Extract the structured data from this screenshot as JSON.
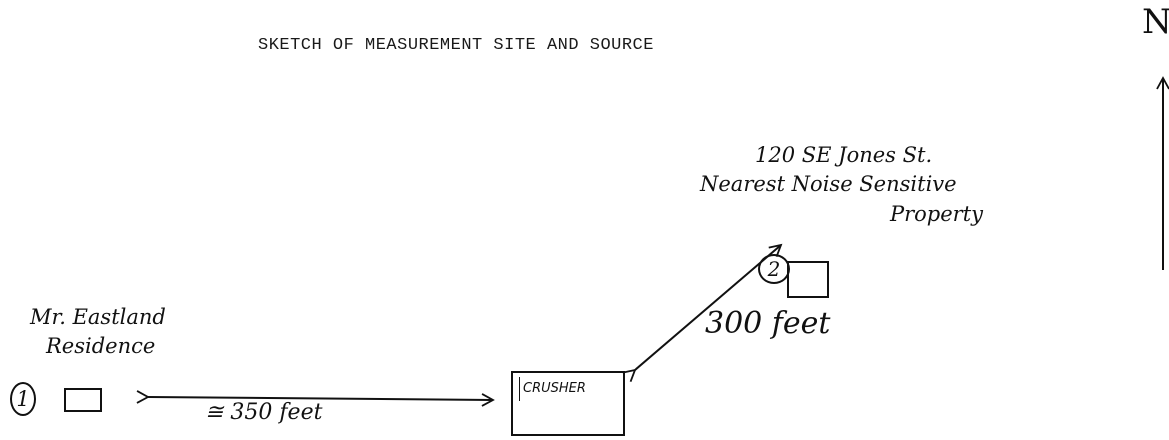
{
  "title": "SKETCH OF MEASUREMENT SITE AND SOURCE",
  "north": {
    "label": "N"
  },
  "site1": {
    "number": "1",
    "label_line1": "Mr. Eastland",
    "label_line2": "Residence"
  },
  "site2": {
    "number": "2",
    "label_line1": "120 SE Jones St.",
    "label_line2": "Nearest Noise Sensitive",
    "label_line3": "Property"
  },
  "source": {
    "label": "CRUSHER"
  },
  "distance_1": "≅ 350 feet",
  "distance_2": "300 feet"
}
